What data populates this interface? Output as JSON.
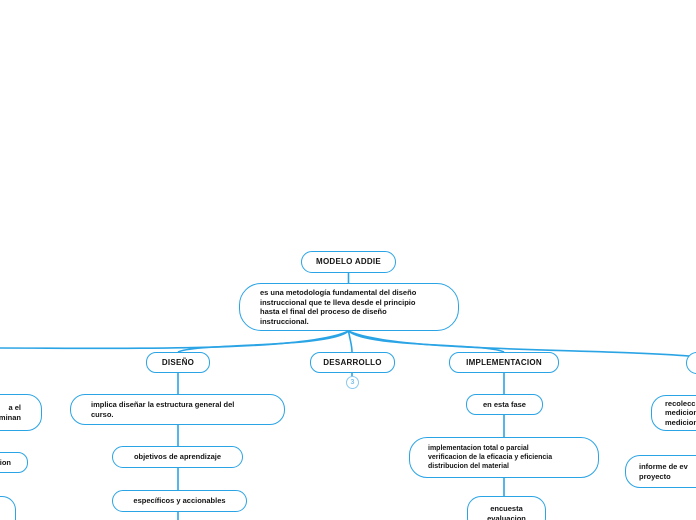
{
  "colors": {
    "connector": "#2ba4e5",
    "node_border": "#2ba4e5",
    "text": "#141414",
    "badge_accent": "#8cc9ee"
  },
  "root": {
    "label": "MODELO ADDIE"
  },
  "description": {
    "lines": [
      "es una metodología fundamental del diseño",
      "instruccional que te lleva desde el principio",
      "hasta el final del proceso de diseño",
      "instruccional."
    ]
  },
  "diseno": {
    "label": "DISEÑO",
    "child_estructura": {
      "lines": [
        "implica diseñar la estructura general del",
        "curso."
      ]
    },
    "child_objetivos": {
      "label": "objetivos de aprendizaje"
    },
    "child_especificos": {
      "label": "específicos y accionables"
    }
  },
  "desarrollo": {
    "label": "DESARROLLO",
    "collapsed_count": "3"
  },
  "implementacion": {
    "label": "IMPLEMENTACION",
    "child_fase": {
      "label": "en esta fase"
    },
    "child_detalle": {
      "lines": [
        "implementacion total o parcial",
        "verificacion de la eficacia y eficiencia",
        "distribucion del material"
      ]
    },
    "child_encuesta": {
      "lines": [
        "encuesta",
        "evaluacion"
      ]
    }
  },
  "left_clipped": {
    "node_a": {
      "lines": [
        "a el",
        "minan"
      ]
    },
    "node_b": {
      "lines": [
        "ion"
      ]
    }
  },
  "right_clipped": {
    "node_a": {
      "lines": [
        "recoleccio",
        "medicion d",
        "medicion d"
      ]
    },
    "node_b": {
      "lines": [
        "informe de ev",
        "proyecto"
      ]
    }
  }
}
